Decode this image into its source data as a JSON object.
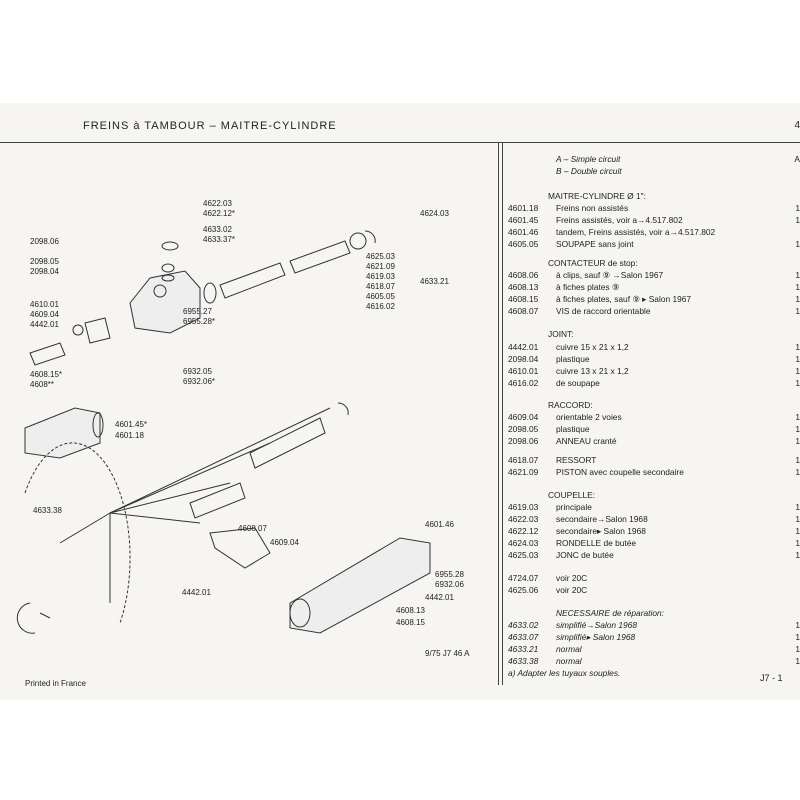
{
  "header": {
    "title": "FREINS à TAMBOUR – MAITRE-CYLINDRE",
    "page_number": "4"
  },
  "diagram": {
    "labels": [
      "4622.03",
      "4622.12*",
      "4633.02",
      "4633.37*",
      "4624.03",
      "2098.06",
      "2098.05",
      "2098.04",
      "4625.03",
      "4621.09",
      "4619.03",
      "4618.07",
      "4605.05",
      "4616.02",
      "4633.21",
      "4610.01",
      "4609.04",
      "4442.01",
      "6955.27",
      "6955.28*",
      "4608.15*",
      "4608**",
      "6932.05",
      "6932.06*",
      "4601.45*",
      "4601.18",
      "4633.38",
      "4608.07",
      "4601.46",
      "4609.04",
      "4442.01",
      "6955.28",
      "6932.06",
      "4442.01",
      "4608.13",
      "4608.15"
    ],
    "plate_ref": "9/75 J7 46 A"
  },
  "parts_list": [
    {
      "code": "",
      "desc": "A – Simple circuit",
      "tail": "A",
      "style": "italic"
    },
    {
      "code": "",
      "desc": "B – Double circuit",
      "tail": "",
      "style": "italic"
    },
    {
      "code": "",
      "desc": "MAITRE-CYLINDRE Ø 1\":",
      "tail": "",
      "style": "heading"
    },
    {
      "code": "4601.18",
      "desc": "Freins non assistés",
      "tail": "1"
    },
    {
      "code": "4601.45",
      "desc": "Freins assistés, voir a→4.517.802",
      "tail": "1"
    },
    {
      "code": "4601.46",
      "desc": "tandem, Freins assistés, voir a→4.517.802",
      "tail": ""
    },
    {
      "code": "4605.05",
      "desc": "SOUPAPE sans joint",
      "tail": "1"
    },
    {
      "code": "",
      "desc": "CONTACTEUR de stop:",
      "tail": "",
      "style": "heading"
    },
    {
      "code": "4608.06",
      "desc": "à clips, sauf ⑨ →Salon 1967",
      "tail": "1"
    },
    {
      "code": "4608.13",
      "desc": "à fiches plates ⑨",
      "tail": "1"
    },
    {
      "code": "4608.15",
      "desc": "à fiches plates, sauf ⑨ ▸ Salon 1967",
      "tail": "1"
    },
    {
      "code": "4608.07",
      "desc": "VIS de raccord orientable",
      "tail": "1"
    },
    {
      "code": "",
      "desc": "JOINT:",
      "tail": "",
      "style": "heading"
    },
    {
      "code": "4442.01",
      "desc": "cuivre 15 x 21 x 1,2",
      "tail": "1"
    },
    {
      "code": "2098.04",
      "desc": "plastique",
      "tail": "1"
    },
    {
      "code": "4610.01",
      "desc": "cuivre 13 x 21 x 1,2",
      "tail": "1"
    },
    {
      "code": "4616.02",
      "desc": "de soupape",
      "tail": "1"
    },
    {
      "code": "",
      "desc": "RACCORD:",
      "tail": "",
      "style": "heading"
    },
    {
      "code": "4609.04",
      "desc": "orientable 2 voies",
      "tail": "1"
    },
    {
      "code": "2098.05",
      "desc": "plastique",
      "tail": "1"
    },
    {
      "code": "2098.06",
      "desc": "ANNEAU cranté",
      "tail": "1"
    },
    {
      "code": "4618.07",
      "desc": "RESSORT",
      "tail": "1"
    },
    {
      "code": "4621.09",
      "desc": "PISTON avec coupelle secondaire",
      "tail": "1"
    },
    {
      "code": "",
      "desc": "COUPELLE:",
      "tail": "",
      "style": "heading"
    },
    {
      "code": "4619.03",
      "desc": "principale",
      "tail": "1"
    },
    {
      "code": "4622.03",
      "desc": "secondaire→Salon 1968",
      "tail": "1"
    },
    {
      "code": "4622.12",
      "desc": "secondaire▸ Salon 1968",
      "tail": "1"
    },
    {
      "code": "4624.03",
      "desc": "RONDELLE de butée",
      "tail": "1"
    },
    {
      "code": "4625.03",
      "desc": "JONC de butée",
      "tail": "1"
    },
    {
      "code": "4724.07",
      "desc": "voir 20C",
      "tail": ""
    },
    {
      "code": "4625.06",
      "desc": "voir 20C",
      "tail": ""
    },
    {
      "code": "",
      "desc": "NECESSAIRE de réparation:",
      "tail": "",
      "style": "italic"
    },
    {
      "code": "4633.02",
      "desc": "simplifié→Salon 1968",
      "tail": "1",
      "style": "italic-code"
    },
    {
      "code": "4633.07",
      "desc": "simplifié▸ Salon 1968",
      "tail": "1",
      "style": "italic-code"
    },
    {
      "code": "4633.21",
      "desc": "normal",
      "tail": "1",
      "style": "italic-code"
    },
    {
      "code": "4633.38",
      "desc": "normal",
      "tail": "1",
      "style": "italic-code"
    }
  ],
  "footnote": "a) Adapter les tuyaux souples.",
  "footer": {
    "printed": "Printed in France",
    "page_ref": "J7 - 1"
  }
}
